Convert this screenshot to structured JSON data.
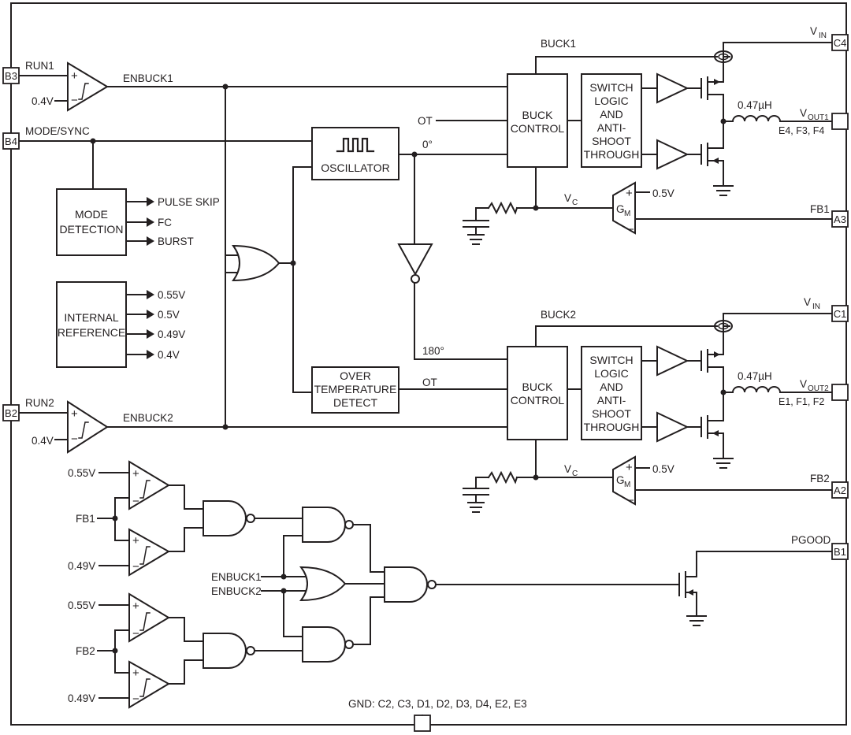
{
  "pins": {
    "B3": "B3",
    "B4": "B4",
    "B2": "B2",
    "C4": "C4",
    "C1": "C1",
    "A3": "A3",
    "A2": "A2",
    "B1": "B1"
  },
  "signals": {
    "run1": "RUN1",
    "run2": "RUN2",
    "mode_sync": "MODE/SYNC",
    "enbuck1": "ENBUCK1",
    "enbuck2": "ENBUCK2",
    "buck1": "BUCK1",
    "buck2": "BUCK2",
    "ot_top": "OT",
    "ot_bottom": "OT",
    "phase0": "0°",
    "phase180": "180°",
    "fb1": "FB1",
    "fb2": "FB2",
    "pgood": "PGOOD",
    "enbuck1_logic": "ENBUCK1",
    "enbuck2_logic": "ENBUCK2",
    "fb1_logic": "FB1",
    "fb2_logic": "FB2"
  },
  "voltages": {
    "run1_ref": "0.4V",
    "run2_ref": "0.4V",
    "gm1_ref": "0.5V",
    "gm2_ref": "0.5V",
    "fb1_hi": "0.55V",
    "fb1_lo": "0.49V",
    "fb2_hi": "0.55V",
    "fb2_lo": "0.49V"
  },
  "rails": {
    "vin1_main": "V",
    "vin1_sub": "IN",
    "vin2_main": "V",
    "vin2_sub": "IN",
    "vout1_main": "V",
    "vout1_sub": "OUT1",
    "vout1_pins": "E4, F3, F4",
    "vout2_main": "V",
    "vout2_sub": "OUT2",
    "vout2_pins": "E1, F1, F2",
    "vc1_main": "V",
    "vc1_sub": "C",
    "vc2_main": "V",
    "vc2_sub": "C",
    "gm1_main": "G",
    "gm1_sub": "M",
    "gm2_main": "G",
    "gm2_sub": "M"
  },
  "inductors": {
    "l1": "0.47µH",
    "l2": "0.47µH"
  },
  "blocks": {
    "oscillator": "OSCILLATOR",
    "over_temp": [
      "OVER",
      "TEMPERATURE",
      "DETECT"
    ],
    "buck_control_1": [
      "BUCK",
      "CONTROL"
    ],
    "buck_control_2": [
      "BUCK",
      "CONTROL"
    ],
    "switch_logic_1": [
      "SWITCH",
      "LOGIC",
      "AND",
      "ANTI-",
      "SHOOT",
      "THROUGH"
    ],
    "switch_logic_2": [
      "SWITCH",
      "LOGIC",
      "AND",
      "ANTI-",
      "SHOOT",
      "THROUGH"
    ],
    "mode_detection": [
      "MODE",
      "DETECTION"
    ],
    "internal_reference": [
      "INTERNAL",
      "REFERENCE"
    ]
  },
  "mode_outputs": [
    "PULSE SKIP",
    "FC",
    "BURST"
  ],
  "reference_outputs": [
    "0.55V",
    "0.5V",
    "0.49V",
    "0.4V"
  ],
  "gnd_pins": "GND: C2, C3, D1, D2, D3, D4, E2, E3"
}
